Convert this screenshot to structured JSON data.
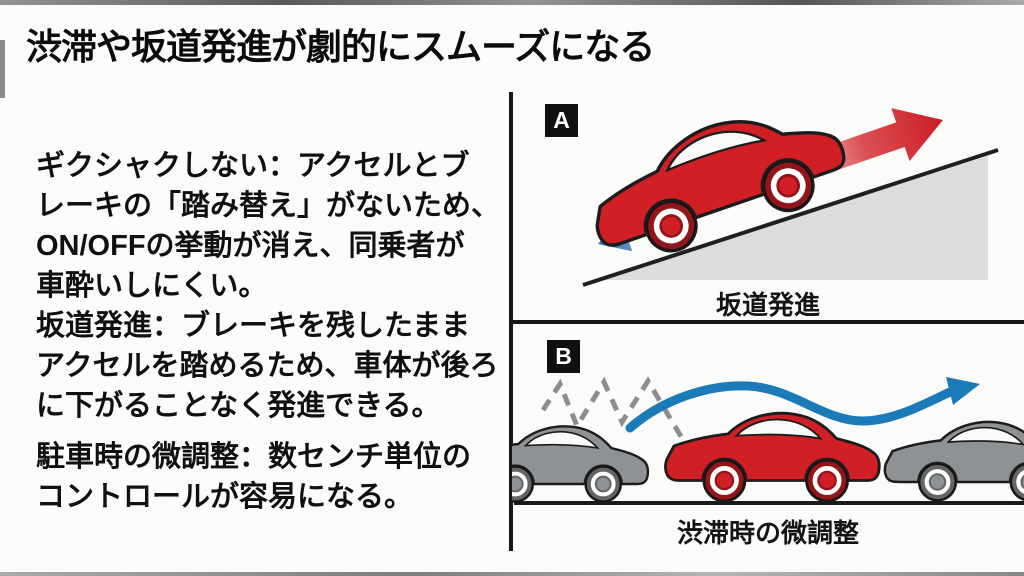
{
  "title": "渋滞や坂道発進が劇的にスムーズになる",
  "body": {
    "paragraph1": "ギクシャクしない：アクセルとブ\nレーキの「踏み替え」がないため、\nON/OFFの挙動が消え、同乗者が\n車酔いしにくい。\n坂道発進：ブレーキを残したまま\nアクセルを踏めるため、車体が後ろ\nに下がることなく発進できる。",
    "paragraph2": "駐車時の微調整：数センチ単位の\nコントロールが容易になる。"
  },
  "panel_a": {
    "badge": "A",
    "caption": "坂道発進"
  },
  "panel_b": {
    "badge": "B",
    "caption": "渋滞時の微調整"
  },
  "figure_colors": {
    "red_car": "#d11f26",
    "gray_car": "#8f9294",
    "blue_arrow": "#1b7ab8",
    "slope_fill": "#dcdcdc",
    "zigzag_gray": "#8d8d8d",
    "line_black": "#1a1a1a"
  }
}
